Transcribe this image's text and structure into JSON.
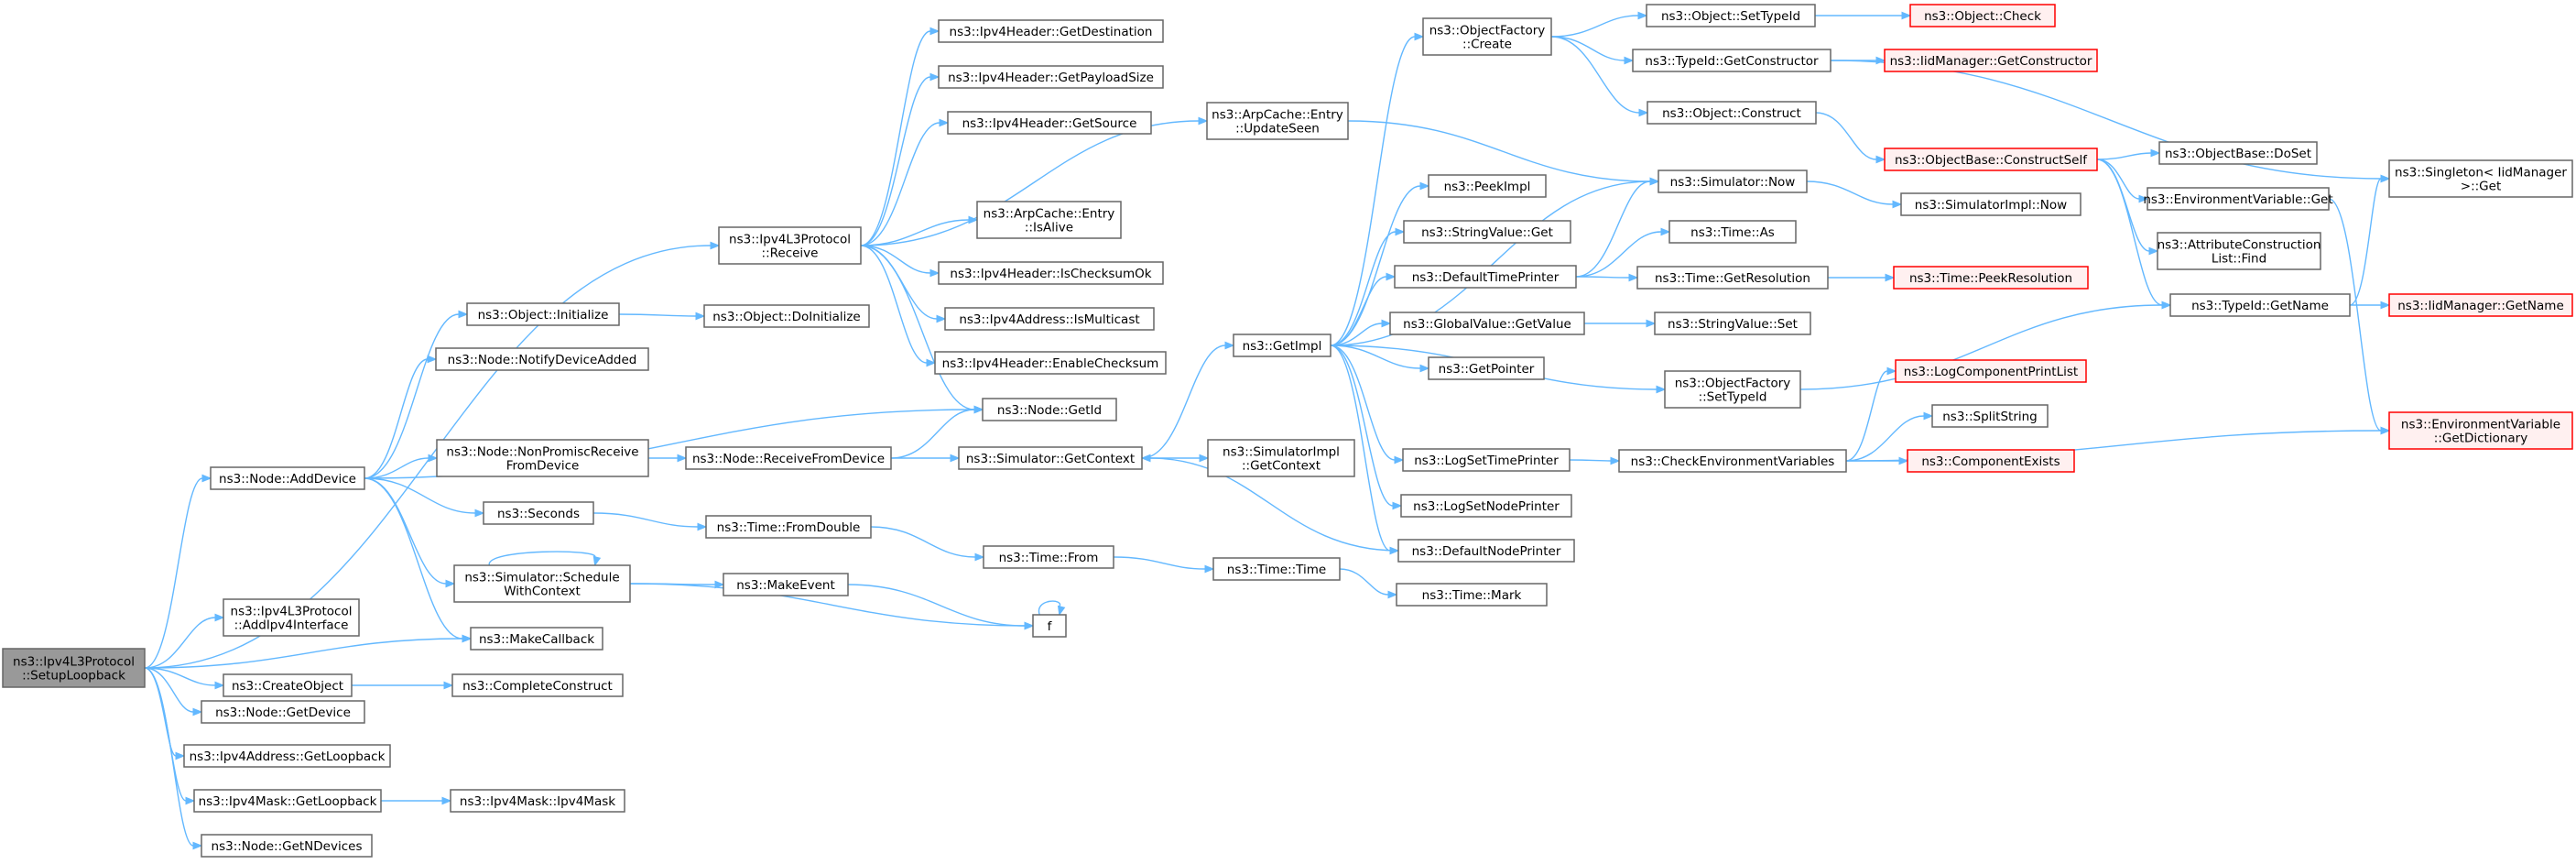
{
  "colors": {
    "edge": "#63B8FF",
    "node_border": "#666666",
    "node_fill": "#ffffff",
    "truncated_border": "#ff0000",
    "truncated_fill": "#fff0f0",
    "root_fill": "#999999",
    "root_border": "#666666",
    "text": "#000000"
  },
  "nodes": [
    {
      "id": "root",
      "lines": [
        "ns3::Ipv4L3Protocol",
        "::SetupLoopback"
      ],
      "style": "root"
    },
    {
      "id": "adddevice",
      "lines": [
        "ns3::Node::AddDevice"
      ],
      "style": "normal"
    },
    {
      "id": "receive",
      "lines": [
        "ns3::Ipv4L3Protocol",
        "::Receive"
      ],
      "style": "normal"
    },
    {
      "id": "addipv4",
      "lines": [
        "ns3::Ipv4L3Protocol",
        "::AddIpv4Interface"
      ],
      "style": "normal"
    },
    {
      "id": "makecallback",
      "lines": [
        "ns3::MakeCallback"
      ],
      "style": "normal"
    },
    {
      "id": "createobject",
      "lines": [
        "ns3::CreateObject"
      ],
      "style": "normal"
    },
    {
      "id": "getdevice",
      "lines": [
        "ns3::Node::GetDevice"
      ],
      "style": "normal"
    },
    {
      "id": "addrgetloopback",
      "lines": [
        "ns3::Ipv4Address::GetLoopback"
      ],
      "style": "normal"
    },
    {
      "id": "maskgetloopback",
      "lines": [
        "ns3::Ipv4Mask::GetLoopback"
      ],
      "style": "normal"
    },
    {
      "id": "getndevices",
      "lines": [
        "ns3::Node::GetNDevices"
      ],
      "style": "normal"
    },
    {
      "id": "objinit",
      "lines": [
        "ns3::Object::Initialize"
      ],
      "style": "normal"
    },
    {
      "id": "notify",
      "lines": [
        "ns3::Node::NotifyDeviceAdded"
      ],
      "style": "normal"
    },
    {
      "id": "nonpromisc",
      "lines": [
        "ns3::Node::NonPromiscReceive",
        "FromDevice"
      ],
      "style": "normal"
    },
    {
      "id": "seconds",
      "lines": [
        "ns3::Seconds"
      ],
      "style": "normal"
    },
    {
      "id": "schedule",
      "lines": [
        "ns3::Simulator::Schedule",
        "WithContext"
      ],
      "style": "normal"
    },
    {
      "id": "completeconstruct",
      "lines": [
        "ns3::CompleteConstruct"
      ],
      "style": "normal"
    },
    {
      "id": "maskctor",
      "lines": [
        "ns3::Ipv4Mask::Ipv4Mask"
      ],
      "style": "normal"
    },
    {
      "id": "getdest",
      "lines": [
        "ns3::Ipv4Header::GetDestination"
      ],
      "style": "normal"
    },
    {
      "id": "getpayload",
      "lines": [
        "ns3::Ipv4Header::GetPayloadSize"
      ],
      "style": "normal"
    },
    {
      "id": "getsource",
      "lines": [
        "ns3::Ipv4Header::GetSource"
      ],
      "style": "normal"
    },
    {
      "id": "isalive",
      "lines": [
        "ns3::ArpCache::Entry",
        "::IsAlive"
      ],
      "style": "normal"
    },
    {
      "id": "checksumok",
      "lines": [
        "ns3::Ipv4Header::IsChecksumOk"
      ],
      "style": "normal"
    },
    {
      "id": "ismulticast",
      "lines": [
        "ns3::Ipv4Address::IsMulticast"
      ],
      "style": "normal"
    },
    {
      "id": "enablechecksum",
      "lines": [
        "ns3::Ipv4Header::EnableChecksum"
      ],
      "style": "normal"
    },
    {
      "id": "doinit",
      "lines": [
        "ns3::Object::DoInitialize"
      ],
      "style": "normal"
    },
    {
      "id": "getid",
      "lines": [
        "ns3::Node::GetId"
      ],
      "style": "normal"
    },
    {
      "id": "receivefromdevice",
      "lines": [
        "ns3::Node::ReceiveFromDevice"
      ],
      "style": "normal"
    },
    {
      "id": "fromdouble",
      "lines": [
        "ns3::Time::FromDouble"
      ],
      "style": "normal"
    },
    {
      "id": "makeevent",
      "lines": [
        "ns3::MakeEvent"
      ],
      "style": "normal"
    },
    {
      "id": "f",
      "lines": [
        "f"
      ],
      "style": "normal"
    },
    {
      "id": "updateseen",
      "lines": [
        "ns3::ArpCache::Entry",
        "::UpdateSeen"
      ],
      "style": "normal"
    },
    {
      "id": "getcontext",
      "lines": [
        "ns3::Simulator::GetContext"
      ],
      "style": "normal"
    },
    {
      "id": "timefrom",
      "lines": [
        "ns3::Time::From"
      ],
      "style": "normal"
    },
    {
      "id": "timetime",
      "lines": [
        "ns3::Time::Time"
      ],
      "style": "normal"
    },
    {
      "id": "getimpl",
      "lines": [
        "ns3::GetImpl"
      ],
      "style": "normal"
    },
    {
      "id": "simimplgetcontext",
      "lines": [
        "ns3::SimulatorImpl",
        "::GetContext"
      ],
      "style": "normal"
    },
    {
      "id": "timemark",
      "lines": [
        "ns3::Time::Mark"
      ],
      "style": "normal"
    },
    {
      "id": "factorycreate",
      "lines": [
        "ns3::ObjectFactory",
        "::Create"
      ],
      "style": "normal"
    },
    {
      "id": "peekimpl",
      "lines": [
        "ns3::PeekImpl"
      ],
      "style": "normal"
    },
    {
      "id": "stringvalueget",
      "lines": [
        "ns3::StringValue::Get"
      ],
      "style": "normal"
    },
    {
      "id": "defaulttimeprinter",
      "lines": [
        "ns3::DefaultTimePrinter"
      ],
      "style": "normal"
    },
    {
      "id": "globalvaluegetvalue",
      "lines": [
        "ns3::GlobalValue::GetValue"
      ],
      "style": "normal"
    },
    {
      "id": "getpointer",
      "lines": [
        "ns3::GetPointer"
      ],
      "style": "normal"
    },
    {
      "id": "logsettimeprinter",
      "lines": [
        "ns3::LogSetTimePrinter"
      ],
      "style": "normal"
    },
    {
      "id": "logsetnodeprinter",
      "lines": [
        "ns3::LogSetNodePrinter"
      ],
      "style": "normal"
    },
    {
      "id": "defaultnodeprinter",
      "lines": [
        "ns3::DefaultNodePrinter"
      ],
      "style": "normal"
    },
    {
      "id": "objsettypeid",
      "lines": [
        "ns3::Object::SetTypeId"
      ],
      "style": "normal"
    },
    {
      "id": "typeidgetconstructor",
      "lines": [
        "ns3::TypeId::GetConstructor"
      ],
      "style": "normal"
    },
    {
      "id": "objconstruct",
      "lines": [
        "ns3::Object::Construct"
      ],
      "style": "normal"
    },
    {
      "id": "simnow",
      "lines": [
        "ns3::Simulator::Now"
      ],
      "style": "normal"
    },
    {
      "id": "timeas",
      "lines": [
        "ns3::Time::As"
      ],
      "style": "normal"
    },
    {
      "id": "getresolution",
      "lines": [
        "ns3::Time::GetResolution"
      ],
      "style": "normal"
    },
    {
      "id": "stringvalueset",
      "lines": [
        "ns3::StringValue::Set"
      ],
      "style": "normal"
    },
    {
      "id": "factorysettypeid",
      "lines": [
        "ns3::ObjectFactory",
        "::SetTypeId"
      ],
      "style": "normal"
    },
    {
      "id": "checkenv",
      "lines": [
        "ns3::CheckEnvironmentVariables"
      ],
      "style": "normal"
    },
    {
      "id": "objcheck",
      "lines": [
        "ns3::Object::Check"
      ],
      "style": "truncated"
    },
    {
      "id": "iidgetconstructor",
      "lines": [
        "ns3::IidManager::GetConstructor"
      ],
      "style": "truncated"
    },
    {
      "id": "constructself",
      "lines": [
        "ns3::ObjectBase::ConstructSelf"
      ],
      "style": "truncated"
    },
    {
      "id": "simimplnow",
      "lines": [
        "ns3::SimulatorImpl::Now"
      ],
      "style": "normal"
    },
    {
      "id": "peekresolution",
      "lines": [
        "ns3::Time::PeekResolution"
      ],
      "style": "truncated"
    },
    {
      "id": "typeidgetname",
      "lines": [
        "ns3::TypeId::GetName"
      ],
      "style": "normal"
    },
    {
      "id": "logcomponentprintlist",
      "lines": [
        "ns3::LogComponentPrintList"
      ],
      "style": "truncated"
    },
    {
      "id": "splitstring",
      "lines": [
        "ns3::SplitString"
      ],
      "style": "normal"
    },
    {
      "id": "componentexists",
      "lines": [
        "ns3::ComponentExists"
      ],
      "style": "truncated"
    },
    {
      "id": "dobaseset",
      "lines": [
        "ns3::ObjectBase::DoSet"
      ],
      "style": "normal"
    },
    {
      "id": "envget",
      "lines": [
        "ns3::EnvironmentVariable::Get"
      ],
      "style": "normal"
    },
    {
      "id": "attrfind",
      "lines": [
        "ns3::AttributeConstruction",
        "List::Find"
      ],
      "style": "normal"
    },
    {
      "id": "singletonget",
      "lines": [
        "ns3::Singleton< IidManager",
        " >::Get"
      ],
      "style": "normal"
    },
    {
      "id": "iidgetname",
      "lines": [
        "ns3::IidManager::GetName"
      ],
      "style": "truncated"
    },
    {
      "id": "envgetdict",
      "lines": [
        "ns3::EnvironmentVariable",
        "::GetDictionary"
      ],
      "style": "truncated"
    }
  ],
  "edges": [
    [
      "root",
      "receive"
    ],
    [
      "root",
      "adddevice"
    ],
    [
      "root",
      "addipv4"
    ],
    [
      "root",
      "makecallback"
    ],
    [
      "root",
      "createobject"
    ],
    [
      "root",
      "getdevice"
    ],
    [
      "root",
      "addrgetloopback"
    ],
    [
      "root",
      "maskgetloopback"
    ],
    [
      "root",
      "getndevices"
    ],
    [
      "adddevice",
      "objinit"
    ],
    [
      "adddevice",
      "notify"
    ],
    [
      "adddevice",
      "getid"
    ],
    [
      "adddevice",
      "nonpromisc"
    ],
    [
      "adddevice",
      "seconds"
    ],
    [
      "adddevice",
      "schedule"
    ],
    [
      "adddevice",
      "makecallback"
    ],
    [
      "receive",
      "getdest"
    ],
    [
      "receive",
      "getpayload"
    ],
    [
      "receive",
      "getsource"
    ],
    [
      "receive",
      "updateseen"
    ],
    [
      "receive",
      "isalive"
    ],
    [
      "receive",
      "checksumok"
    ],
    [
      "receive",
      "ismulticast"
    ],
    [
      "receive",
      "enablechecksum"
    ],
    [
      "receive",
      "getid"
    ],
    [
      "createobject",
      "completeconstruct"
    ],
    [
      "maskgetloopback",
      "maskctor"
    ],
    [
      "objinit",
      "doinit"
    ],
    [
      "nonpromisc",
      "receivefromdevice"
    ],
    [
      "receivefromdevice",
      "getid"
    ],
    [
      "receivefromdevice",
      "getcontext"
    ],
    [
      "seconds",
      "fromdouble"
    ],
    [
      "schedule",
      "schedule"
    ],
    [
      "schedule",
      "makeevent"
    ],
    [
      "schedule",
      "f"
    ],
    [
      "makeevent",
      "f"
    ],
    [
      "f",
      "f"
    ],
    [
      "fromdouble",
      "timefrom"
    ],
    [
      "timefrom",
      "timetime"
    ],
    [
      "timetime",
      "timemark"
    ],
    [
      "updateseen",
      "simnow"
    ],
    [
      "getcontext",
      "getimpl"
    ],
    [
      "getcontext",
      "simimplgetcontext"
    ],
    [
      "getimpl",
      "factorycreate"
    ],
    [
      "getimpl",
      "peekimpl"
    ],
    [
      "getimpl",
      "stringvalueget"
    ],
    [
      "getimpl",
      "defaulttimeprinter"
    ],
    [
      "getimpl",
      "globalvaluegetvalue"
    ],
    [
      "getimpl",
      "getpointer"
    ],
    [
      "getimpl",
      "factorysettypeid"
    ],
    [
      "getimpl",
      "logsettimeprinter"
    ],
    [
      "getimpl",
      "logsetnodeprinter"
    ],
    [
      "getimpl",
      "defaultnodeprinter"
    ],
    [
      "getimpl",
      "simnow"
    ],
    [
      "defaultnodeprinter",
      "getcontext"
    ],
    [
      "factorycreate",
      "objsettypeid"
    ],
    [
      "factorycreate",
      "typeidgetconstructor"
    ],
    [
      "factorycreate",
      "objconstruct"
    ],
    [
      "objsettypeid",
      "objcheck"
    ],
    [
      "typeidgetconstructor",
      "iidgetconstructor"
    ],
    [
      "typeidgetconstructor",
      "singletonget"
    ],
    [
      "objconstruct",
      "constructself"
    ],
    [
      "defaulttimeprinter",
      "simnow"
    ],
    [
      "defaulttimeprinter",
      "timeas"
    ],
    [
      "defaulttimeprinter",
      "getresolution"
    ],
    [
      "simnow",
      "simimplnow"
    ],
    [
      "getresolution",
      "peekresolution"
    ],
    [
      "globalvaluegetvalue",
      "stringvalueset"
    ],
    [
      "factorysettypeid",
      "typeidgetname"
    ],
    [
      "logsettimeprinter",
      "checkenv"
    ],
    [
      "checkenv",
      "logcomponentprintlist"
    ],
    [
      "checkenv",
      "splitstring"
    ],
    [
      "checkenv",
      "componentexists"
    ],
    [
      "checkenv",
      "envgetdict"
    ],
    [
      "constructself",
      "dobaseset"
    ],
    [
      "constructself",
      "envget"
    ],
    [
      "constructself",
      "attrfind"
    ],
    [
      "constructself",
      "typeidgetname"
    ],
    [
      "envget",
      "envgetdict"
    ],
    [
      "typeidgetname",
      "singletonget"
    ],
    [
      "typeidgetname",
      "iidgetname"
    ]
  ]
}
